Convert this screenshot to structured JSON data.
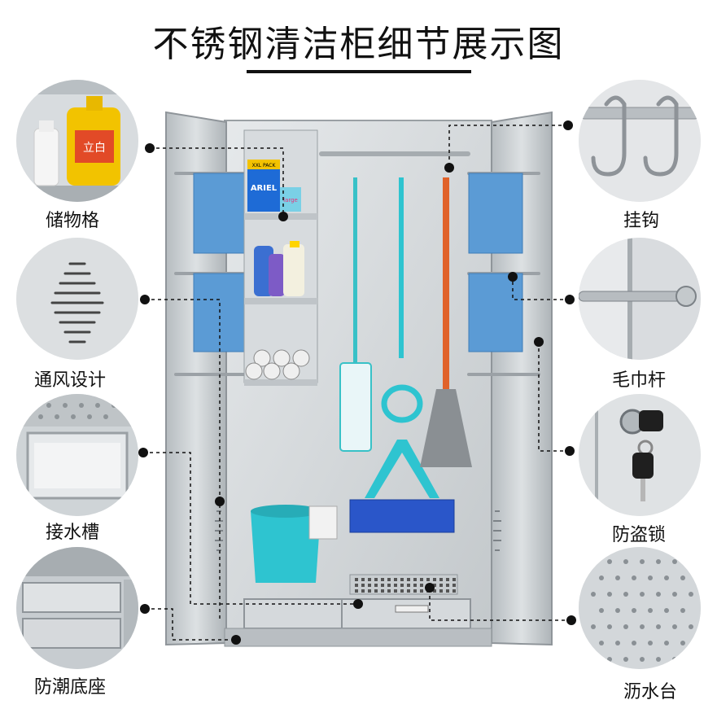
{
  "title": "不锈钢清洁柜细节展示图",
  "features": {
    "storage": "储物格",
    "vent": "通风设计",
    "drip_tray_slot": "接水槽",
    "moisture_base": "防潮底座",
    "hook": "挂钩",
    "towel_bar": "毛巾杆",
    "lock": "防盗锁",
    "drain_rack": "沥水台"
  },
  "products": {
    "detergent_brand": "立白",
    "powder_pack": "ARIEL",
    "powder_badge": "XXL PACK",
    "small_box": "large"
  },
  "colors": {
    "steel": "#c9cfd3",
    "steel_dark": "#9aa2a7",
    "accent_cyan": "#2ec4d0",
    "towel_blue": "#5b9bd5",
    "mop_orange": "#e0622a",
    "dot": "#111111"
  }
}
